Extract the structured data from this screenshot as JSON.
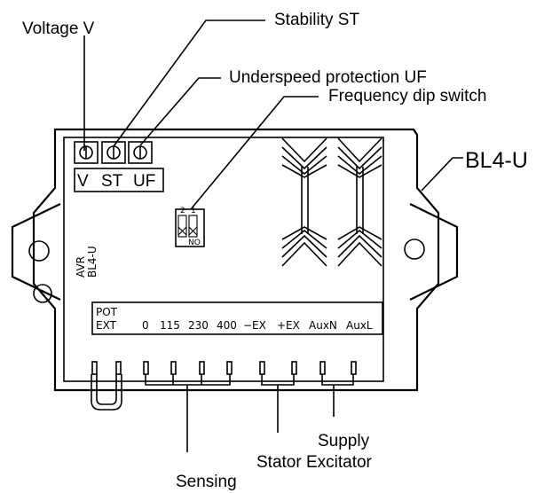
{
  "callouts": {
    "voltage": "Voltage V",
    "stability": "Stability ST",
    "underspeed": "Underspeed protection UF",
    "frequency": "Frequency dip switch",
    "model": "BL4-U",
    "sensing": "Sensing",
    "supply": "Supply",
    "stator_excitator": "Stator Excitator"
  },
  "board": {
    "pot_labels": [
      "V",
      "ST",
      "UF"
    ],
    "avr_line1": "AVR",
    "avr_line2": "BL4-U",
    "dip_top_left": "2",
    "dip_top_right": "1",
    "dip_bottom": "NO"
  },
  "terminals": {
    "pot_line1": "POT",
    "pot_line2": "EXT",
    "labels": [
      "0",
      "115",
      "230",
      "400",
      "−EX",
      "+EX",
      "AuxN",
      "AuxL"
    ]
  }
}
